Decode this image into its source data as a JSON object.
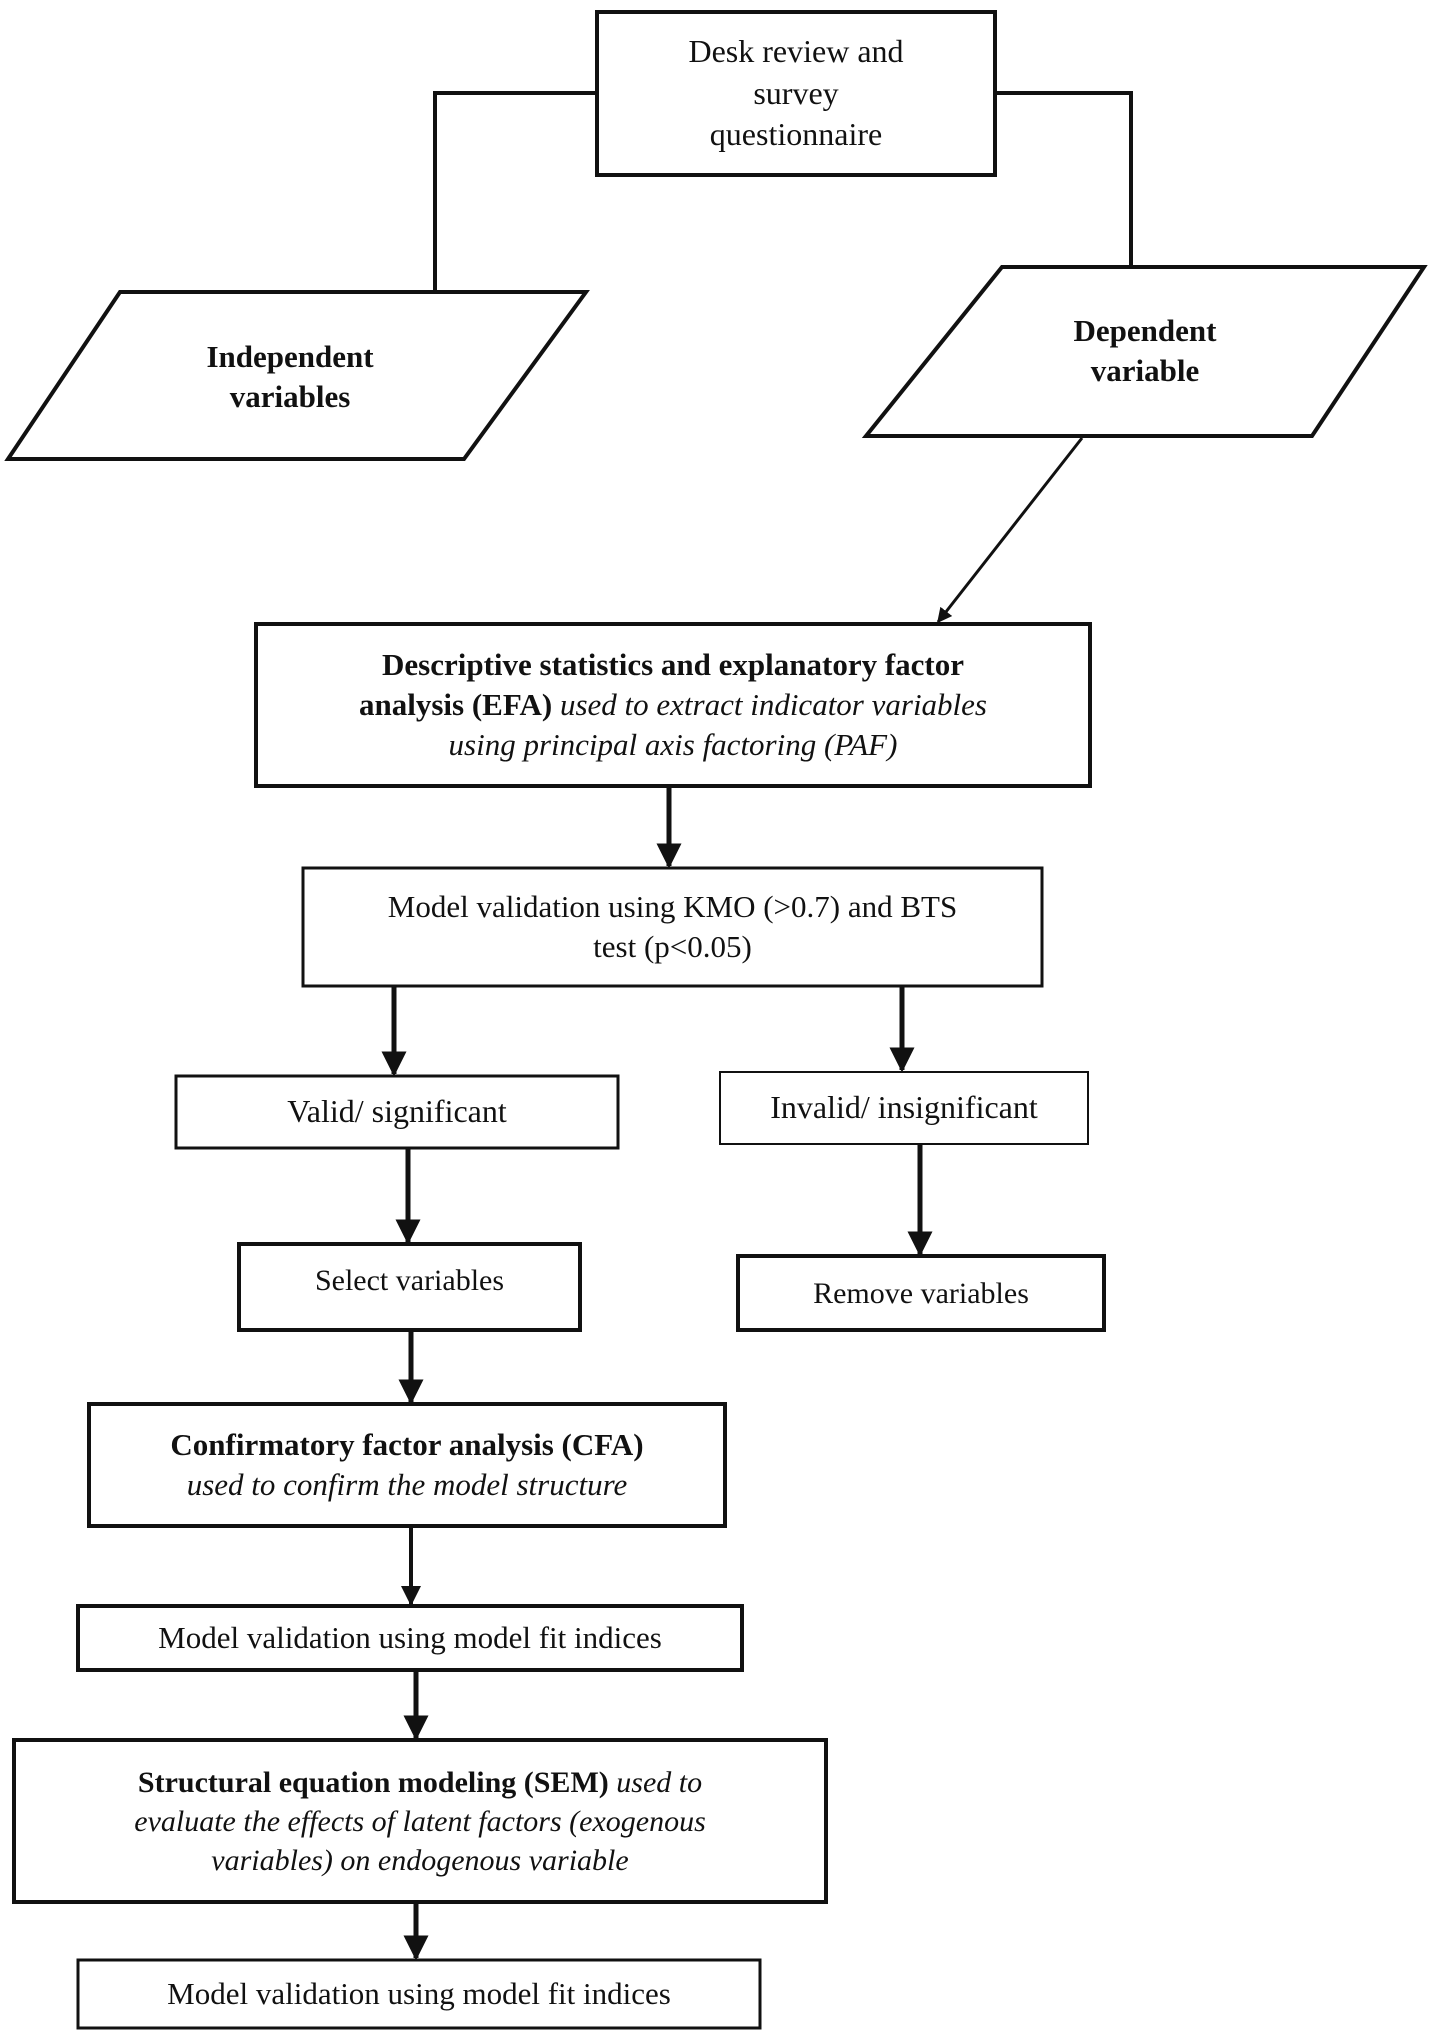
{
  "nodes": {
    "desk_review": {
      "lines": [
        "Desk review and",
        "survey",
        "questionnaire"
      ]
    },
    "independent": {
      "lines": [
        "Independent",
        "variables"
      ]
    },
    "dependent": {
      "lines": [
        "Dependent",
        "variable"
      ]
    },
    "efa": {
      "line1": "Descriptive statistics and explanatory factor",
      "line2_bold": "analysis (EFA)",
      "line2_italic": "used to extract indicator variables",
      "line3_italic": "using principal axis factoring (PAF)"
    },
    "kmo": {
      "lines": [
        "Model validation using KMO (>0.7) and BTS",
        "test (p<0.05)"
      ]
    },
    "valid": {
      "label": "Valid/ significant"
    },
    "invalid": {
      "label": "Invalid/ insignificant"
    },
    "select": {
      "label": "Select variables"
    },
    "remove": {
      "label": "Remove variables"
    },
    "cfa": {
      "title": "Confirmatory factor analysis (CFA)",
      "subtitle": "used to confirm the model structure"
    },
    "fit1": {
      "label": "Model validation using model fit indices"
    },
    "sem": {
      "line1_bold": "Structural equation modeling (SEM)",
      "line1_italic": "used to",
      "line2_italic": "evaluate the effects of latent factors (exogenous",
      "line3_italic": "variables) on endogenous variable"
    },
    "fit2": {
      "label": "Model validation using model fit indices"
    }
  }
}
